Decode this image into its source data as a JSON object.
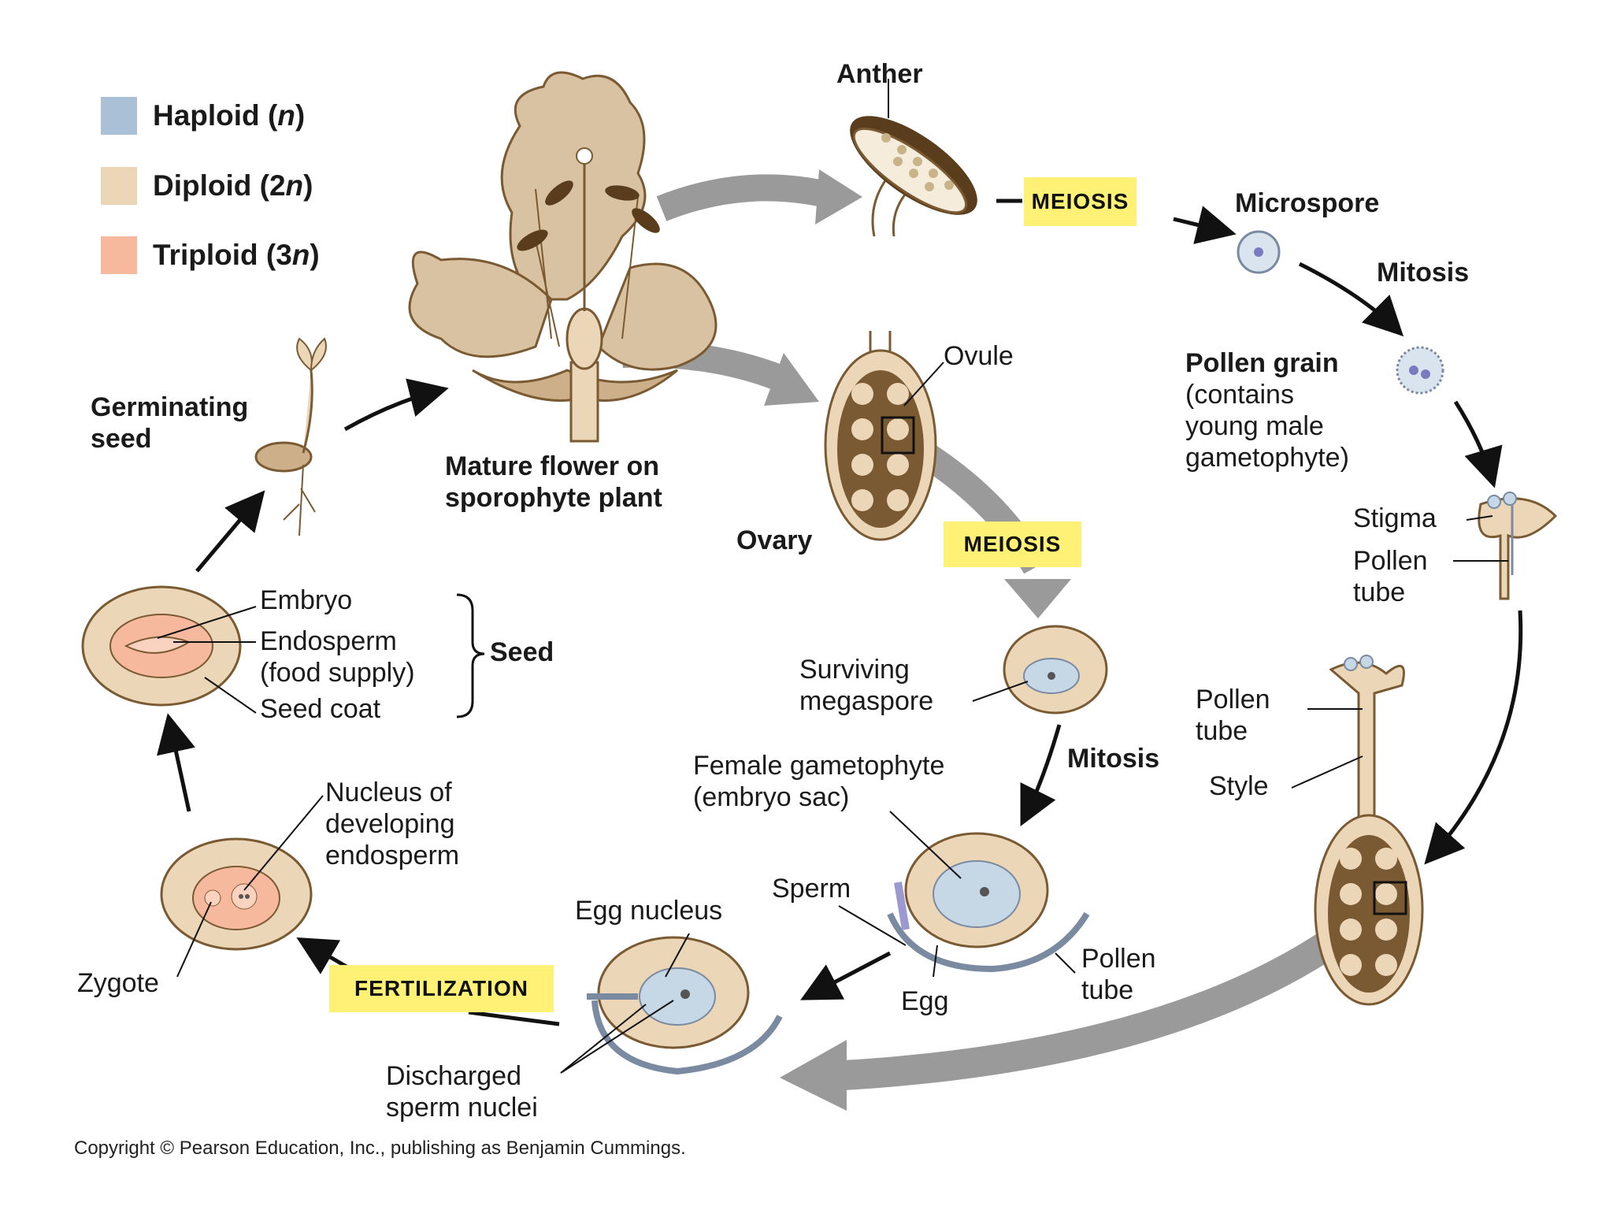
{
  "legend": [
    {
      "prefix": "Haploid (",
      "ital": "n",
      "suffix": ")",
      "color": "#a9c0d6"
    },
    {
      "prefix": "Diploid (2",
      "ital": "n",
      "suffix": ")",
      "color": "#ecd6b8"
    },
    {
      "prefix": "Triploid (3",
      "ital": "n",
      "suffix": ")",
      "color": "#f7b99d"
    }
  ],
  "labels": {
    "anther": "Anther",
    "microspore": "Microspore",
    "mitosis_top": "Mitosis",
    "pollen_grain": "Pollen grain",
    "pollen_grain_desc": "(contains\nyoung male\ngametophyte)",
    "stigma": "Stigma",
    "pollen_tube_1": "Pollen\ntube",
    "pollen_tube_2": "Pollen\ntube",
    "style": "Style",
    "ovule": "Ovule",
    "ovary": "Ovary",
    "mature_flower": "Mature flower on\nsporophyte plant",
    "germinating_seed": "Germinating\nseed",
    "embryo": "Embryo",
    "endosperm": "Endosperm\n(food supply)",
    "seed_coat": "Seed coat",
    "seed": "Seed",
    "surviving_megaspore": "Surviving\nmegaspore",
    "mitosis_mid": "Mitosis",
    "female_gametophyte": "Female gametophyte\n(embryo sac)",
    "sperm": "Sperm",
    "egg": "Egg",
    "pollen_tube_3": "Pollen\ntube",
    "egg_nucleus": "Egg nucleus",
    "discharged_sperm": "Discharged\nsperm nuclei",
    "nucleus_dev_endosperm": "Nucleus of\ndeveloping\nendosperm",
    "zygote": "Zygote"
  },
  "process_boxes": {
    "meiosis_1": "MEIOSIS",
    "meiosis_2": "MEIOSIS",
    "fertilization": "FERTILIZATION"
  },
  "colors": {
    "haploid": "#a9c0d6",
    "diploid": "#ecd6b8",
    "triploid": "#f7b99d",
    "highlight": "#fff176",
    "arrow_gray": "#9a9a9a",
    "brown": "#7a5a32"
  },
  "copyright": "Copyright © Pearson Education, Inc., publishing as Benjamin Cummings."
}
